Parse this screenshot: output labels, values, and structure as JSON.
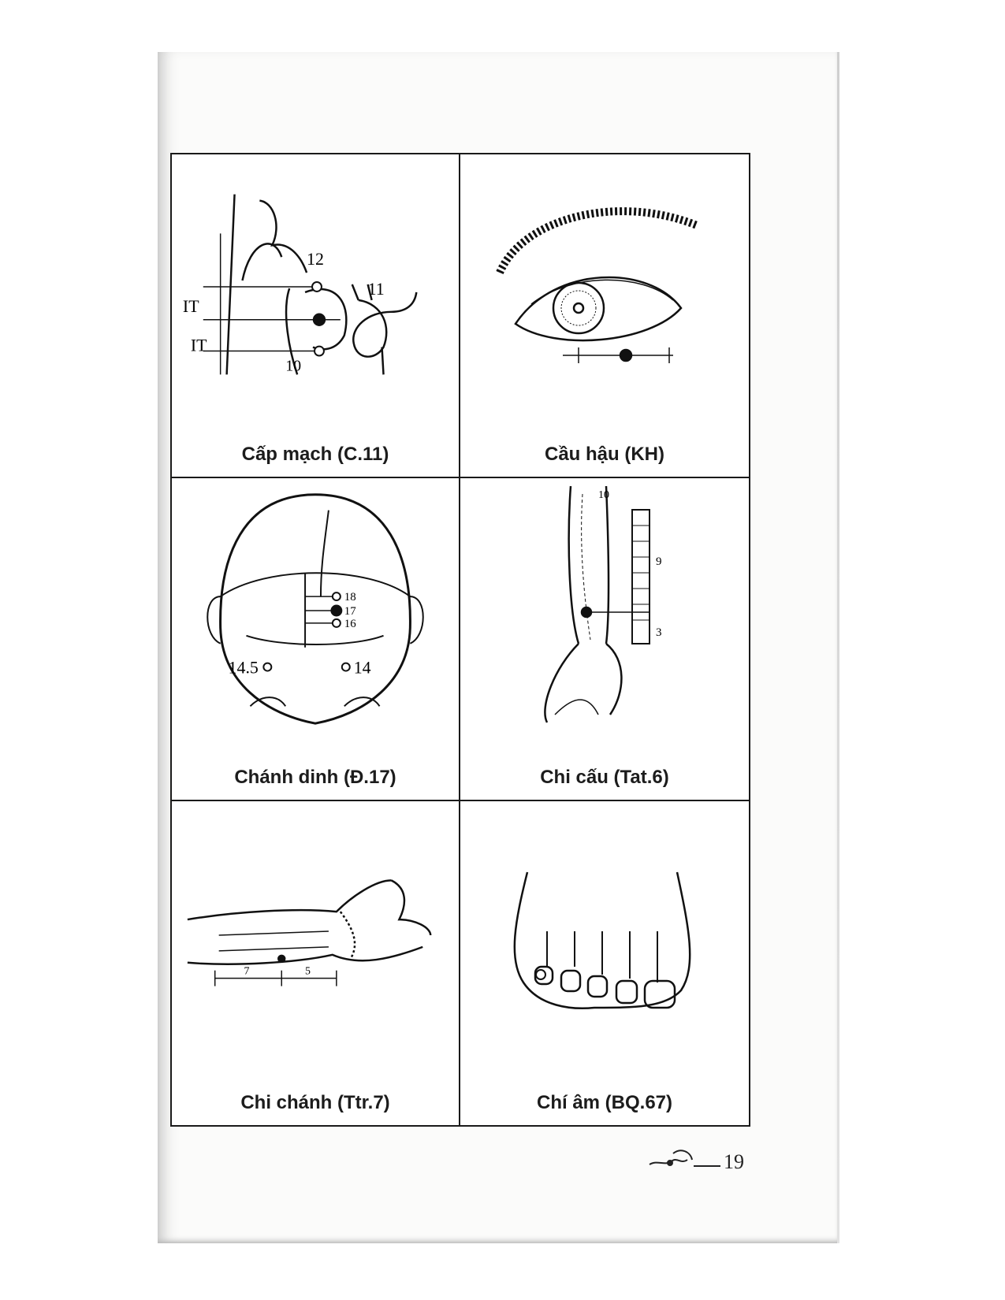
{
  "cells": [
    {
      "caption": "Cấp mạch (C.11)",
      "labels": [
        "12",
        "IT",
        "IT",
        "11",
        "10"
      ]
    },
    {
      "caption": "Cầu hậu (KH)"
    },
    {
      "caption": "Chánh dinh (Đ.17)",
      "labels": [
        "18",
        "17",
        "16",
        "14.5",
        "14"
      ]
    },
    {
      "caption": "Chi cấu (Tat.6)",
      "labels": [
        "10",
        "9",
        "3"
      ]
    },
    {
      "caption": "Chi chánh (Ttr.7)",
      "labels": [
        "7",
        "5"
      ]
    },
    {
      "caption": "Chí âm (BQ.67)"
    }
  ],
  "page_number": "19"
}
